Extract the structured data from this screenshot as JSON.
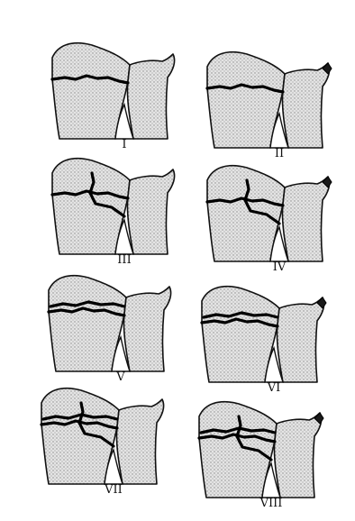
{
  "figure": {
    "panels": [
      {
        "label": "I"
      },
      {
        "label": "II"
      },
      {
        "label": "III"
      },
      {
        "label": "IV"
      },
      {
        "label": "V"
      },
      {
        "label": "VI"
      },
      {
        "label": "VII"
      },
      {
        "label": "VIII"
      }
    ]
  }
}
